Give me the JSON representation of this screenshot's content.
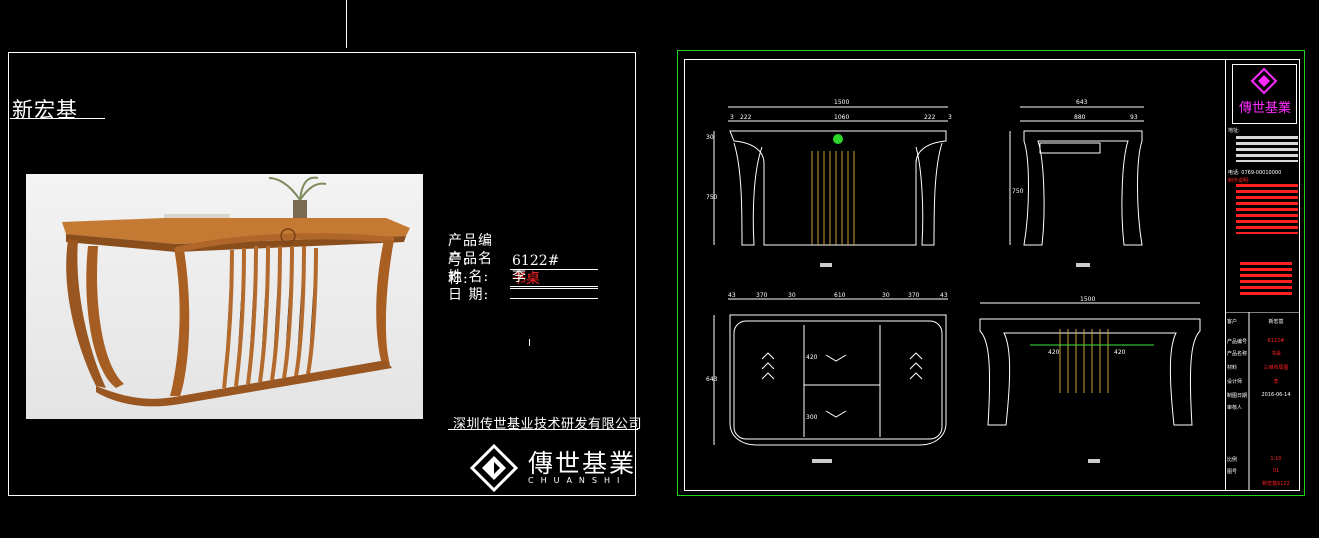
{
  "left_sheet": {
    "brand_title": "新宏基",
    "info": [
      {
        "label": "产品编号:",
        "value": "6122#"
      },
      {
        "label": "产品名称:",
        "value": "书桌"
      },
      {
        "label": "姓    名:",
        "value": "李"
      },
      {
        "label": "日    期:",
        "value": ""
      }
    ],
    "company": "深圳传世基业技术研发有限公司",
    "logo_text": "傳世基業",
    "logo_sub": "CHUANSHI",
    "marker": "I"
  },
  "drawing": {
    "front_dims": {
      "overall": "1500",
      "inner": "1060",
      "left": "222",
      "right": "222",
      "edge_l": "3",
      "edge_r": "3",
      "height": "750",
      "top": "30"
    },
    "side_dims": {
      "overall": "643",
      "inner": "880",
      "edge": "93",
      "height": "750"
    },
    "plan_dims": {
      "a": "43",
      "b": "370",
      "c": "30",
      "d": "610",
      "e": "30",
      "f": "370",
      "g": "43",
      "depth": "643",
      "h1": "420",
      "h2": "300"
    },
    "back_dims": {
      "overall": "1500",
      "l": "420",
      "r": "420"
    }
  },
  "title_block": {
    "logo_text": "傳世基業",
    "address_label": "地址:",
    "phone": "电话: 0769-00010000",
    "note_label": "制作说明:",
    "rows": [
      {
        "label": "客户",
        "value": "新宏基"
      },
      {
        "label": "产品编号",
        "value": "6122#"
      },
      {
        "label": "产品名称",
        "value": "书桌"
      },
      {
        "label": "材料",
        "value": "三维布局图"
      },
      {
        "label": "设计师",
        "value": "李"
      },
      {
        "label": "制图日期",
        "value": "2016-06-14"
      },
      {
        "label": "审核人",
        "value": ""
      },
      {
        "label": "",
        "value": ""
      },
      {
        "label": "",
        "value": ""
      },
      {
        "label": "",
        "value": ""
      },
      {
        "label": "比例",
        "value": "1:10"
      },
      {
        "label": "图号",
        "value": "01"
      },
      {
        "label": "",
        "value": "新宏基6122"
      }
    ]
  }
}
